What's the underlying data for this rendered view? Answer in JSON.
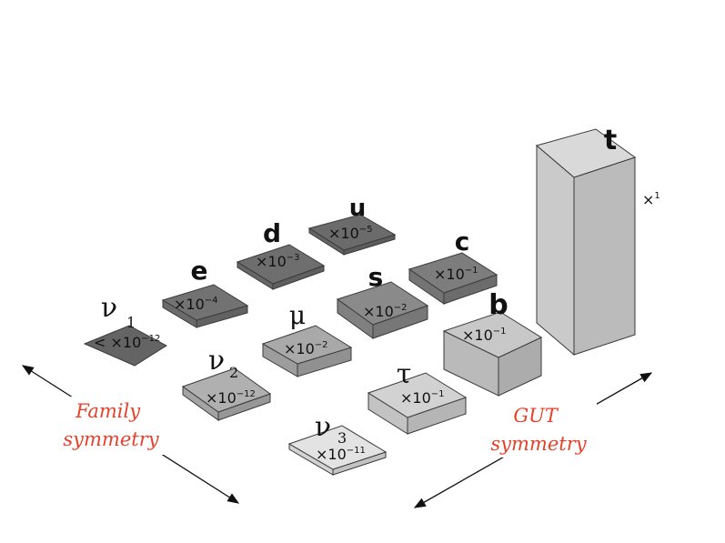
{
  "blocks": [
    {
      "label": "t",
      "label_kind": "latin",
      "scale_base": "×",
      "scale_exp": "1",
      "color": "#d9d9d9",
      "mass_level": "1"
    },
    {
      "label": "u",
      "label_kind": "latin",
      "scale_base": "×10",
      "scale_exp": "−5",
      "color": "#6b6b6b"
    },
    {
      "label": "d",
      "label_kind": "latin",
      "scale_base": "×10",
      "scale_exp": "−3",
      "color": "#6e6e6e"
    },
    {
      "label": "c",
      "label_kind": "latin",
      "scale_base": "×10",
      "scale_exp": "−1",
      "color": "#7d7d7d"
    },
    {
      "label": "e",
      "label_kind": "latin",
      "scale_base": "×10",
      "scale_exp": "−4",
      "color": "#727272"
    },
    {
      "label": "s",
      "label_kind": "latin",
      "scale_base": "×10",
      "scale_exp": "−2",
      "color": "#8a8a8a"
    },
    {
      "label": "b",
      "label_kind": "latin",
      "scale_base": "×10",
      "scale_exp": "−1",
      "color": "#c8c8c8"
    },
    {
      "label": "ν",
      "label_sub": "1",
      "label_kind": "greek",
      "scale_base": "< ×10",
      "scale_exp": "−12",
      "color": "#646464"
    },
    {
      "label": "μ",
      "label_kind": "greek",
      "scale_base": "×10",
      "scale_exp": "−2",
      "color": "#a9a9a9"
    },
    {
      "label": "ν",
      "label_sub": "2",
      "label_kind": "greek",
      "scale_base": "×10",
      "scale_exp": "−12",
      "color": "#b0b0b0"
    },
    {
      "label": "τ",
      "label_kind": "greek",
      "scale_base": "×10",
      "scale_exp": "−1",
      "color": "#d2d2d2"
    },
    {
      "label": "ν",
      "label_sub": "3",
      "label_kind": "greek",
      "scale_base": "×10",
      "scale_exp": "−11",
      "color": "#e3e3e3"
    }
  ],
  "axes": {
    "family": {
      "line1": "Family",
      "line2": "symmetry",
      "color": "#e8402a"
    },
    "gut": {
      "line1": "GUT",
      "line2": "symmetry",
      "color": "#e8402a"
    }
  }
}
